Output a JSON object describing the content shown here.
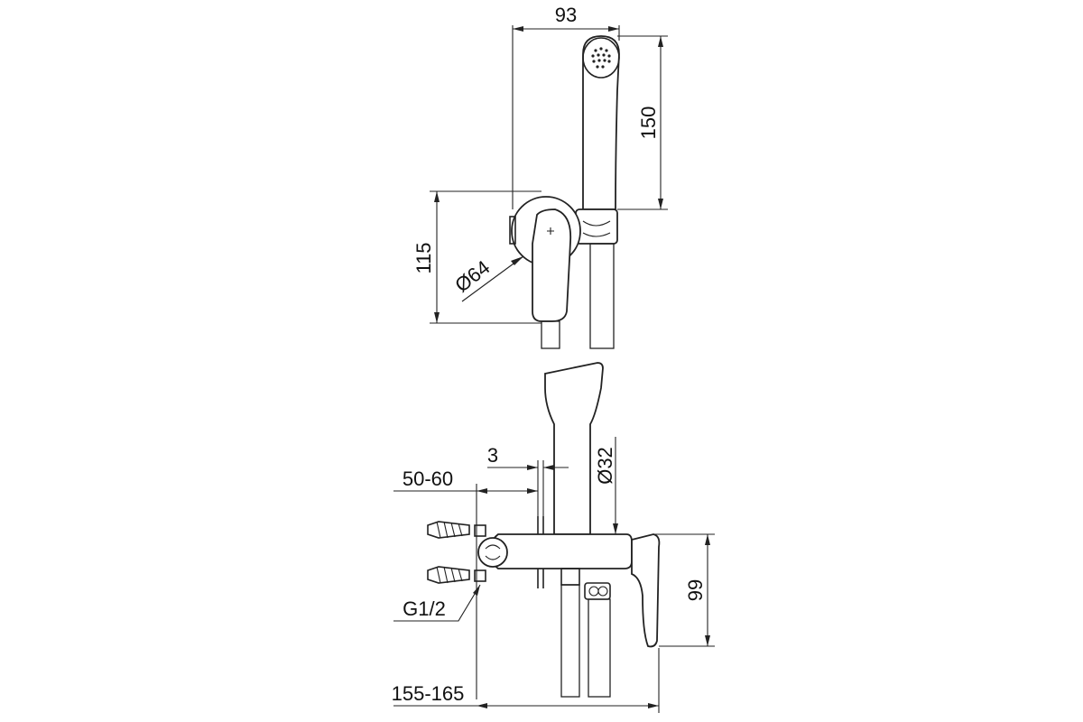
{
  "dimensions": {
    "top_width": "93",
    "top_height_handshower": "150",
    "top_height_body": "115",
    "top_diameter_flange": "Ø64",
    "side_gap": "3",
    "side_diameter_handshower": "Ø32",
    "side_wall_depth": "50-60",
    "side_height_body": "99",
    "side_connection": "G1/2",
    "side_total_depth": "155-165"
  }
}
